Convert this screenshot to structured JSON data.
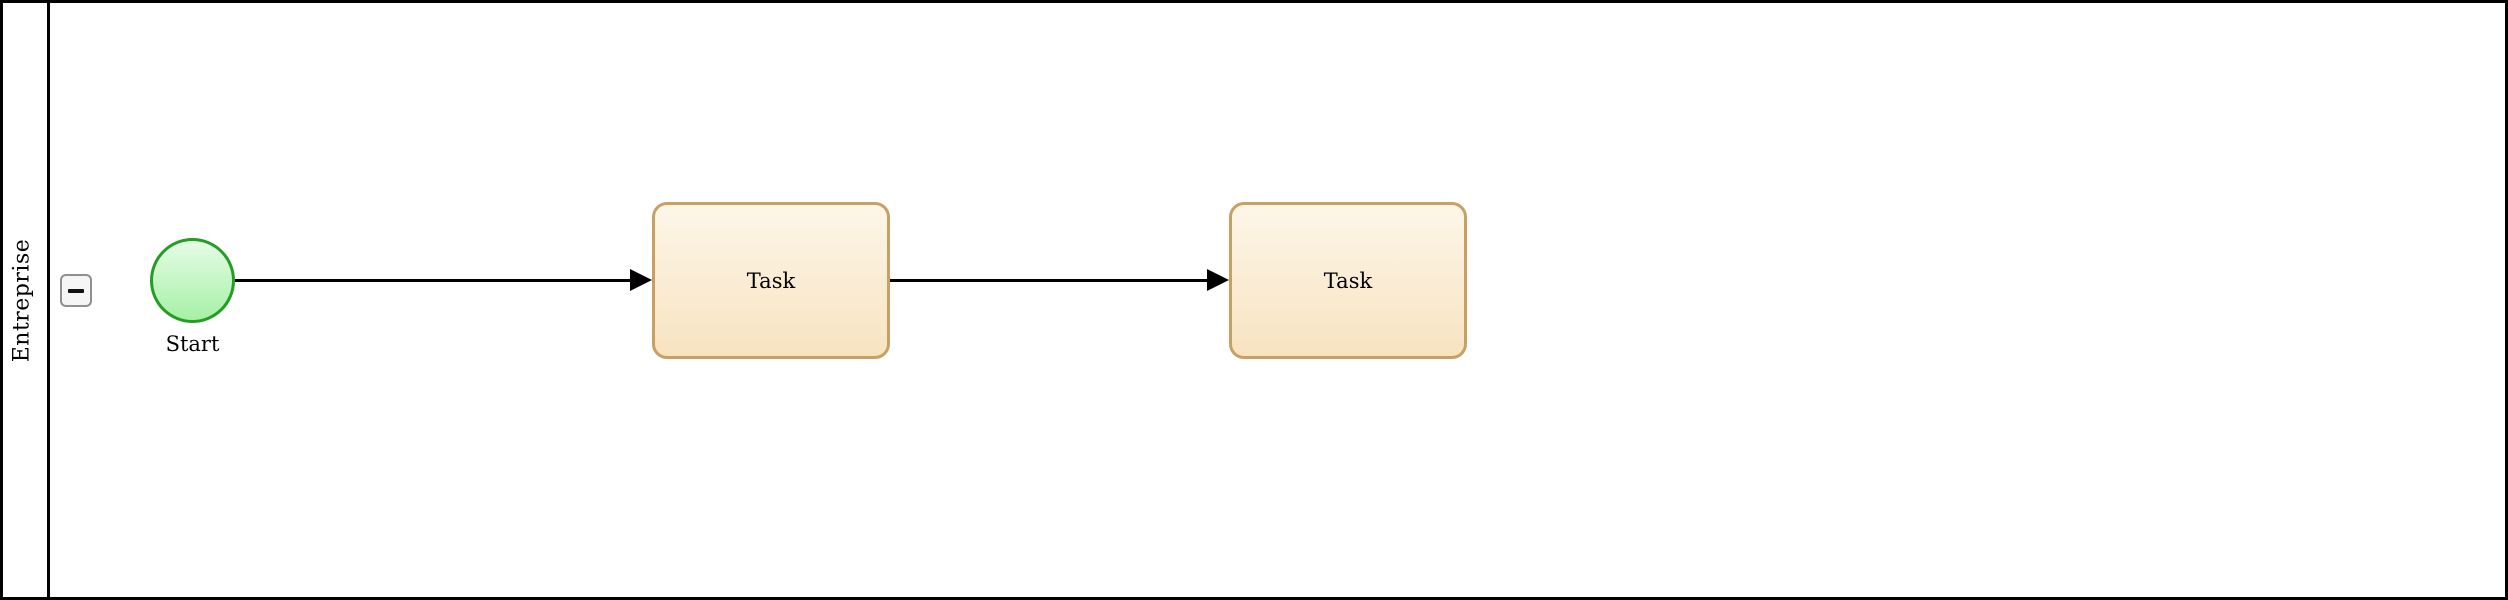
{
  "pool": {
    "name": "Entreprise"
  },
  "collapse_button": {
    "icon": "minus-icon",
    "glyph": "−"
  },
  "start_event": {
    "label": "Start"
  },
  "tasks": [
    {
      "label": "Task"
    },
    {
      "label": "Task"
    }
  ],
  "flows": [
    {
      "from": "start-event",
      "to": "task-1"
    },
    {
      "from": "task-1",
      "to": "task-2"
    }
  ],
  "colors": {
    "pool_border": "#000000",
    "start_event_stroke": "#249d24",
    "start_event_fill_top": "#e6fce6",
    "start_event_fill_bottom": "#a6f0a6",
    "task_stroke": "#c8a063",
    "task_fill_top": "#fdf6e9",
    "task_fill_bottom": "#f8e3c0",
    "arrow": "#000000",
    "collapse_button_border": "#8f8f8f",
    "collapse_button_fill": "#f5f5f5"
  }
}
